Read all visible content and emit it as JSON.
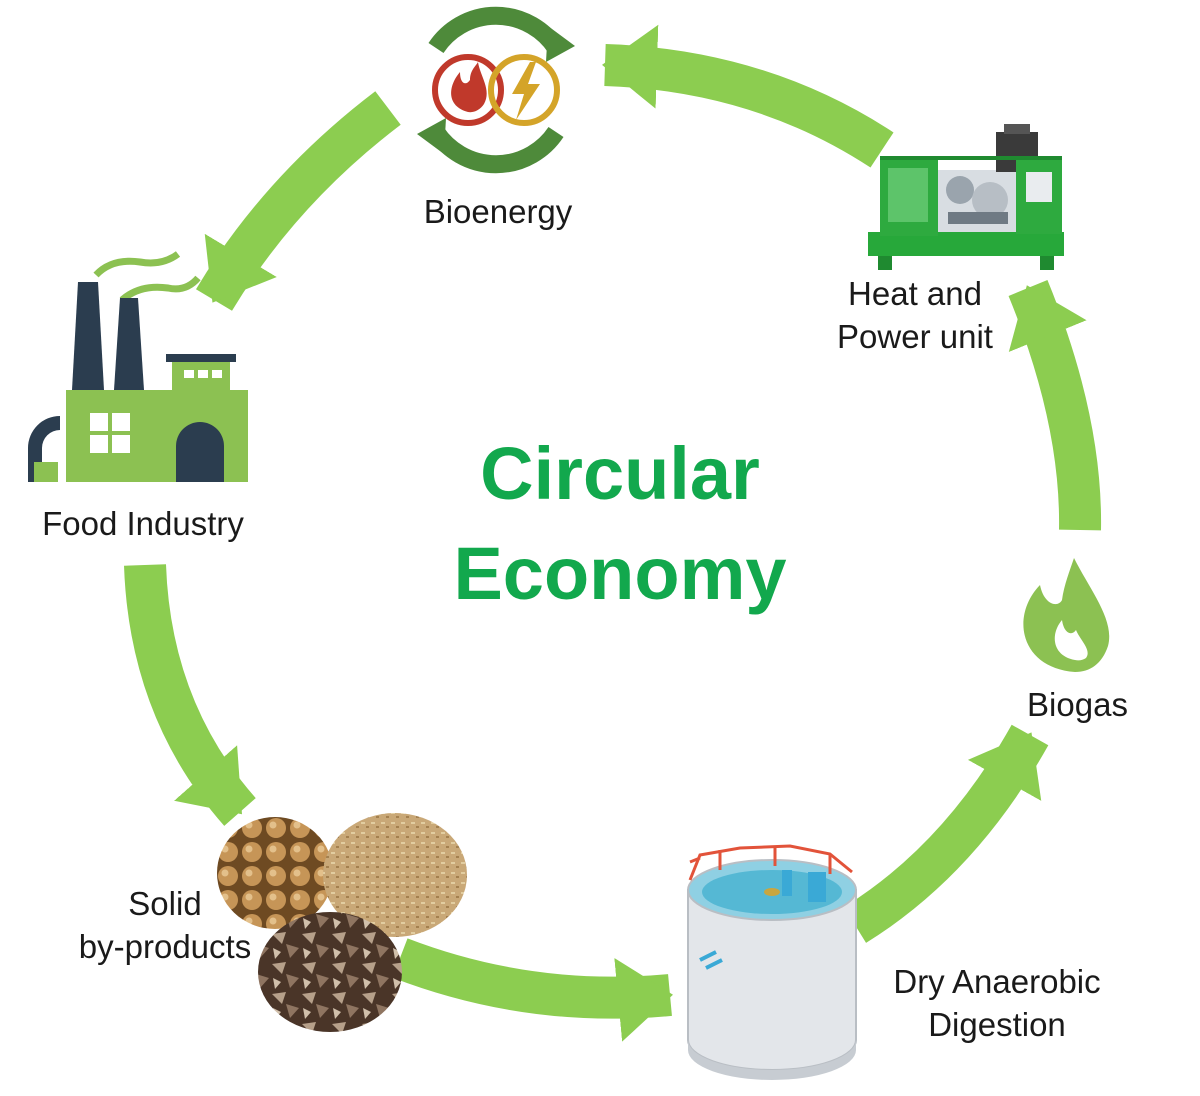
{
  "title": {
    "line1": "Circular",
    "line2": "Economy"
  },
  "nodes": {
    "bioenergy": {
      "label": "Bioenergy",
      "icon": "bioenergy-heat-power-icon"
    },
    "chp": {
      "line1": "Heat and",
      "line2": "Power unit",
      "icon": "generator-unit-image"
    },
    "biogas": {
      "label": "Biogas",
      "icon": "flame-icon"
    },
    "digestion": {
      "line1": "Dry Anaerobic",
      "line2": "Digestion",
      "icon": "digester-tank-image"
    },
    "byproducts": {
      "line1": "Solid",
      "line2": "by-products",
      "icon": "food-waste-photos"
    },
    "food": {
      "label": "Food Industry",
      "icon": "factory-icon"
    }
  },
  "colors": {
    "arrow": "#8ccd50",
    "title": "#12a84d",
    "factory_green": "#8cc152",
    "factory_dark": "#2b3d4f",
    "bioenergy_ring": "#4e8a3a",
    "fire_red": "#c0392b",
    "bolt_gold": "#d4a429",
    "generator_green": "#27a83a"
  }
}
